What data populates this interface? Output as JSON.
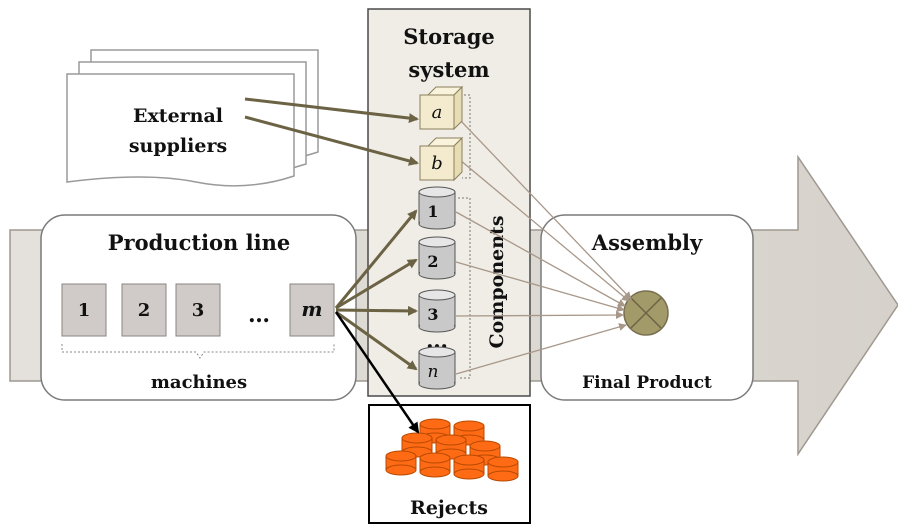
{
  "storage": {
    "title_line1": "Storage",
    "title_line2": "system"
  },
  "suppliers": {
    "line1": "External",
    "line2": "suppliers"
  },
  "production": {
    "title": "Production line",
    "machines": [
      "1",
      "2",
      "3",
      "m"
    ],
    "ellipsis": "…",
    "caption": "machines"
  },
  "components": {
    "label": "Components",
    "external": [
      "a",
      "b"
    ],
    "internal": [
      "1",
      "2",
      "3",
      "n"
    ],
    "ellipsis": "…"
  },
  "assembly": {
    "title": "Assembly",
    "caption": "Final Product"
  },
  "rejects": {
    "label": "Rejects"
  },
  "colors": {
    "arrow_dark": "#6b6344",
    "arrow_thin": "#a8988a",
    "cube": "#f4ebcf",
    "cylinder": "#c9c9c9",
    "machine": "#d0cbc8",
    "assembly_node": "#a39a6a",
    "reject": "#ff6a14"
  }
}
